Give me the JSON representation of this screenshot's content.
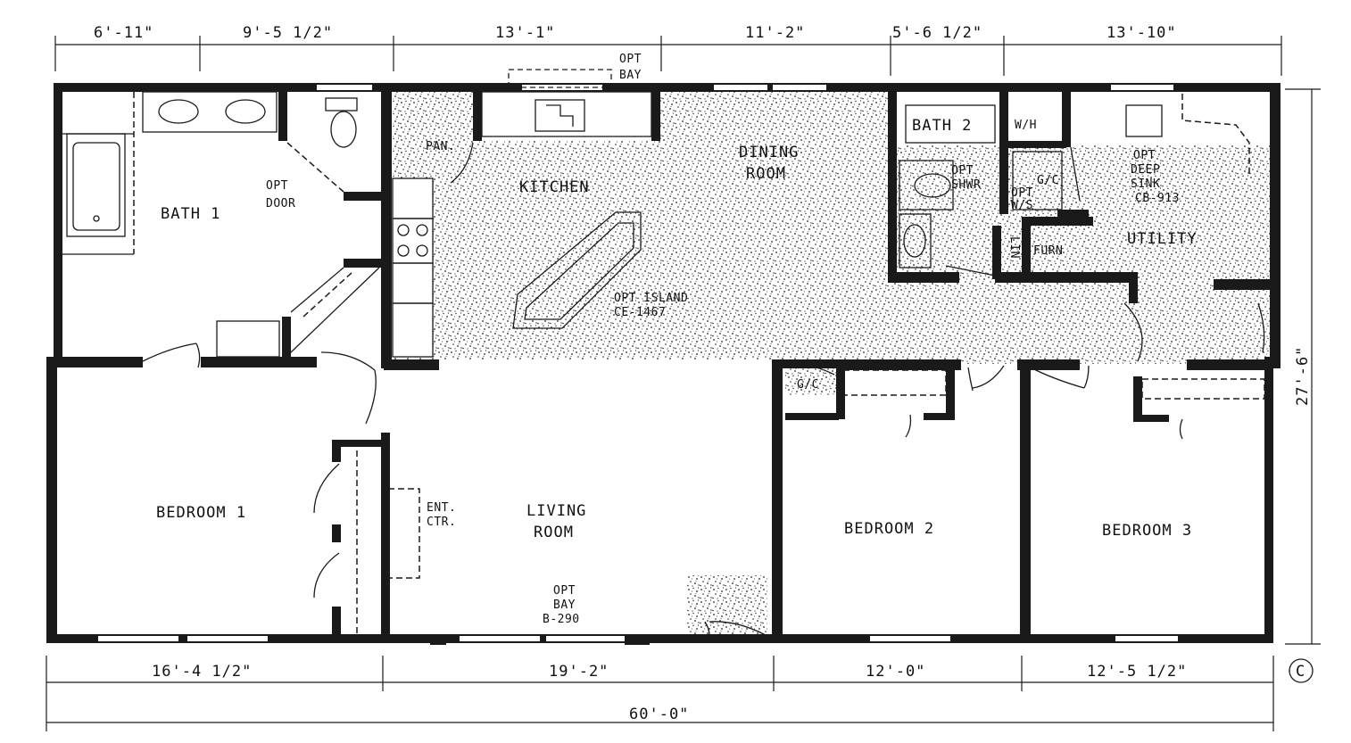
{
  "rooms": {
    "bath1": "BATH 1",
    "opt_door": [
      "OPT",
      "DOOR"
    ],
    "pantry": "PAN.",
    "kitchen": "KITCHEN",
    "dining": [
      "DINING",
      "ROOM"
    ],
    "opt_island": [
      "OPT ISLAND",
      "CE-1467"
    ],
    "opt_bay_top": [
      "OPT",
      "BAY"
    ],
    "bath2": "BATH 2",
    "wh": "W/H",
    "opt_shwr": [
      "OPT",
      "SHWR"
    ],
    "gc_utility": "G/C",
    "opt_ws": [
      "OPT",
      "W/S"
    ],
    "lin": "LIN",
    "furn": "FURN",
    "deep_sink": [
      "OPT",
      "DEEP",
      "SINK",
      "CB-913"
    ],
    "utility": "UTILITY",
    "gc_hall": "G/C",
    "bedroom1": "BEDROOM 1",
    "ent_ctr": [
      "ENT.",
      "CTR."
    ],
    "living": [
      "LIVING",
      "ROOM"
    ],
    "opt_bay_living": [
      "OPT",
      "BAY",
      "B-290"
    ],
    "bedroom2": "BEDROOM 2",
    "bedroom3": "BEDROOM 3"
  },
  "dimensions": {
    "top": [
      "6'-11\"",
      "9'-5 1/2\"",
      "13'-1\"",
      "11'-2\"",
      "5'-6 1/2\"",
      "13'-10\""
    ],
    "bottom": [
      "16'-4 1/2\"",
      "19'-2\"",
      "12'-0\"",
      "12'-5 1/2\""
    ],
    "overall_length": "60'-0\"",
    "overall_depth": "27'-6\""
  },
  "copyright_mark": "C"
}
